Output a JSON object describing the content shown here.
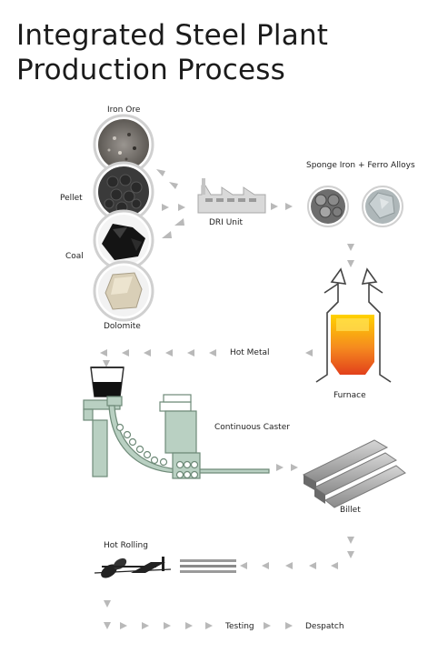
{
  "title": {
    "line1": "Integrated Steel Plant",
    "line2": "Production Process"
  },
  "labels": {
    "iron_ore": "Iron Ore",
    "pellet": "Pellet",
    "coal": "Coal",
    "dolomite": "Dolomite",
    "dri_unit": "DRI Unit",
    "sponge_iron": "Sponge Iron + Ferro Alloys",
    "hot_metal": "Hot Metal",
    "furnace": "Furnace",
    "continuous_caster": "Continuous Caster",
    "billet": "Billet",
    "hot_rolling": "Hot Rolling",
    "testing": "Testing",
    "despatch": "Despatch"
  },
  "colors": {
    "arrow": "#b9b9b9",
    "caster": "#b9d0c2",
    "caster_stroke": "#6e8a78",
    "furnace_hot": "#f26c1f",
    "furnace_glow": "#ffd200"
  }
}
